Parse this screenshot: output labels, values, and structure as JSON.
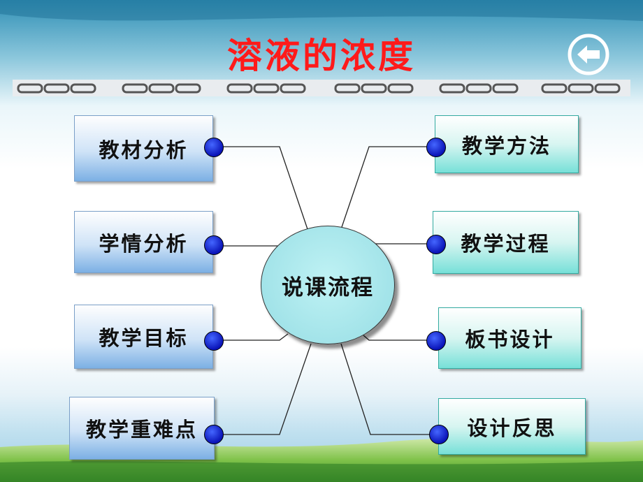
{
  "slide": {
    "title": "溶液的浓度",
    "center": "说课流程",
    "left_items": [
      "教材分析",
      "学情分析",
      "教学目标",
      "教学重难点"
    ],
    "right_items": [
      "教学方法",
      "教学过程",
      "板书设计",
      "设计反思"
    ]
  },
  "colors": {
    "title": "#ff1a1a",
    "left_box": "#7cb0e4",
    "right_box": "#77e0d8",
    "center": "#a8e8ec",
    "dot": "#1020d0"
  },
  "icons": [
    "back-arrow-icon",
    "chain-divider"
  ]
}
